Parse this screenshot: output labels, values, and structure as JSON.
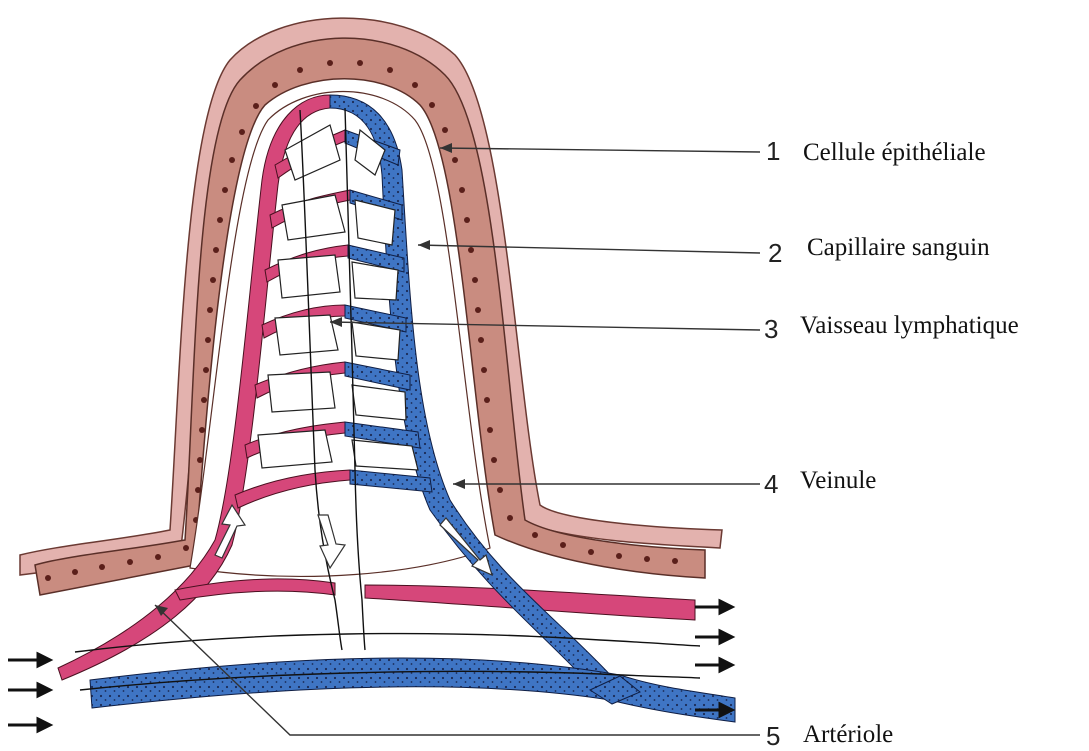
{
  "labels": [
    {
      "number": "1",
      "text": "Cellule épithéliale"
    },
    {
      "number": "2",
      "text": "Capillaire sanguin"
    },
    {
      "number": "3",
      "text": "Vaisseau lymphatique"
    },
    {
      "number": "4",
      "text": "Veinule"
    },
    {
      "number": "5",
      "text": "Artériole"
    }
  ],
  "colors": {
    "epithelium": "#c98c80",
    "epithelium_outer": "#e3b2ae",
    "artery": "#d6477a",
    "vein": "#3f75c4",
    "vein_dot": "#1b2a55",
    "nucleus": "#5a1f1a",
    "lumen": "#ffffff"
  }
}
